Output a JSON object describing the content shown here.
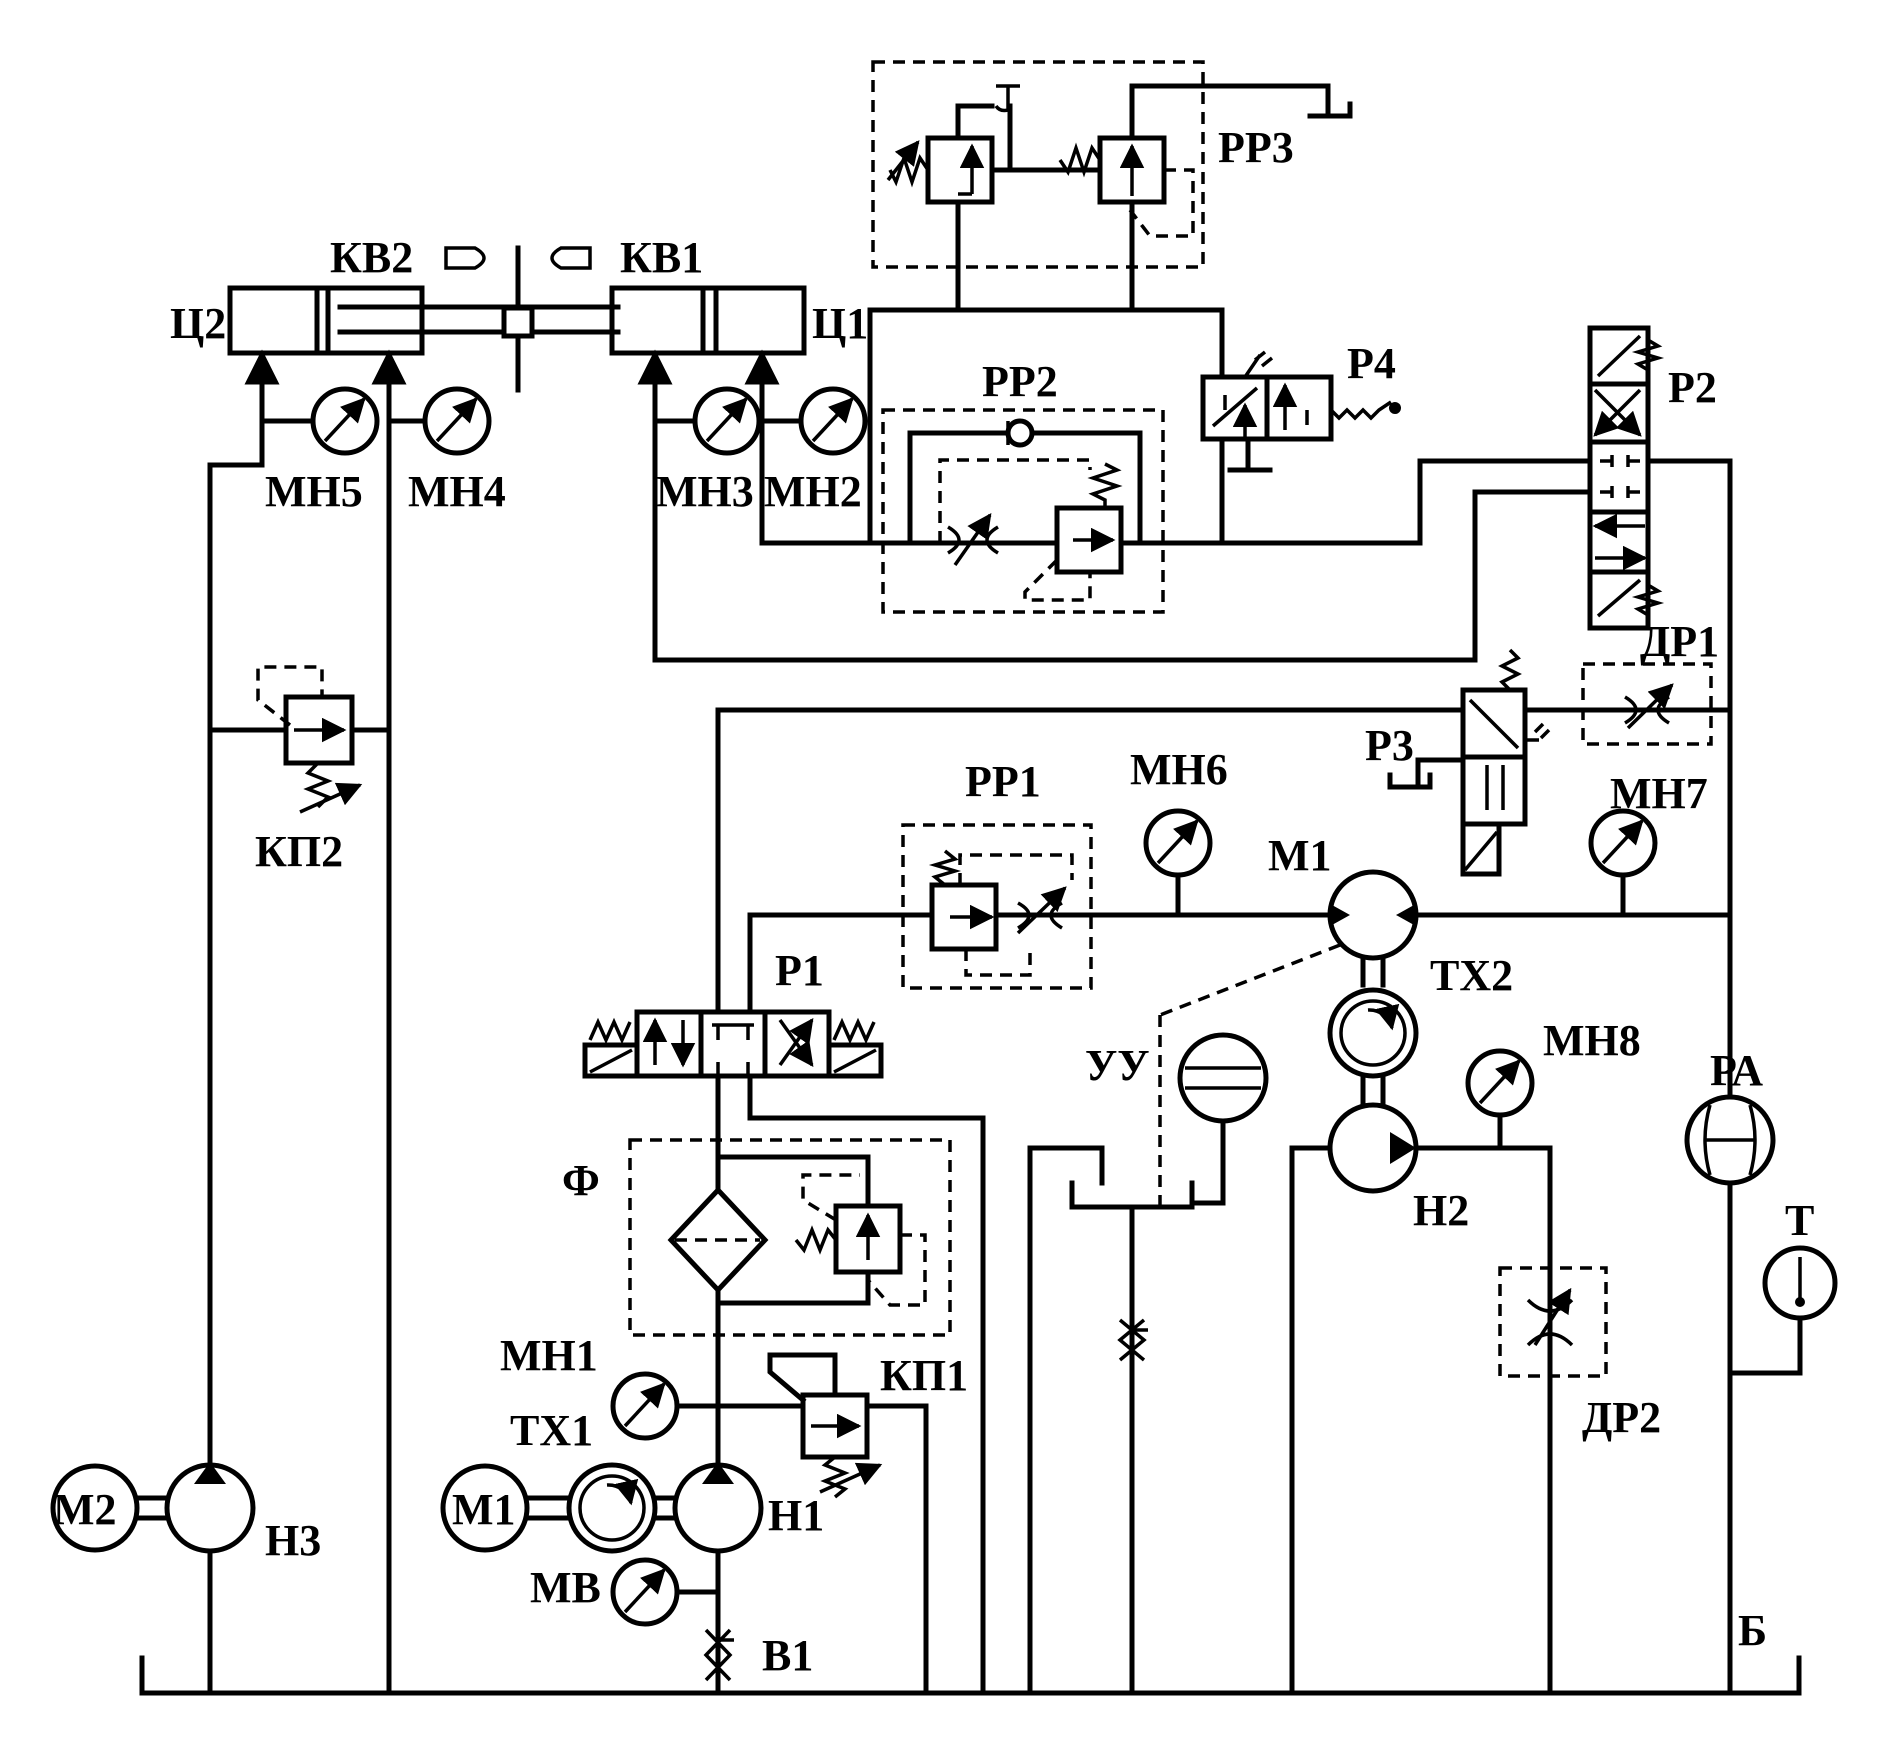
{
  "labels": {
    "rr3": "РР3",
    "kv2": "КВ2",
    "kv1": "КВ1",
    "c2": "Ц2",
    "c1": "Ц1",
    "p4": "Р4",
    "p2": "Р2",
    "rr2": "РР2",
    "mn5": "МН5",
    "mn4": "МН4",
    "mn3": "МН3",
    "mn2": "МН2",
    "dr1": "ДР1",
    "p3": "Р3",
    "kp2": "КП2",
    "rr1": "РР1",
    "mn6": "МН6",
    "mn7": "МН7",
    "m1_motor": "М1",
    "p1": "Р1",
    "tx2": "ТХ2",
    "mn8": "МН8",
    "uu": "УУ",
    "ra": "РА",
    "f": "Ф",
    "h2": "Н2",
    "t": "Т",
    "dr2": "ДР2",
    "mn1": "МН1",
    "kp1": "КП1",
    "tx1": "ТХ1",
    "m2": "М2",
    "h3": "Н3",
    "m1_drive": "М1",
    "h1": "Н1",
    "mv": "МВ",
    "v1": "В1",
    "b": "Б"
  }
}
